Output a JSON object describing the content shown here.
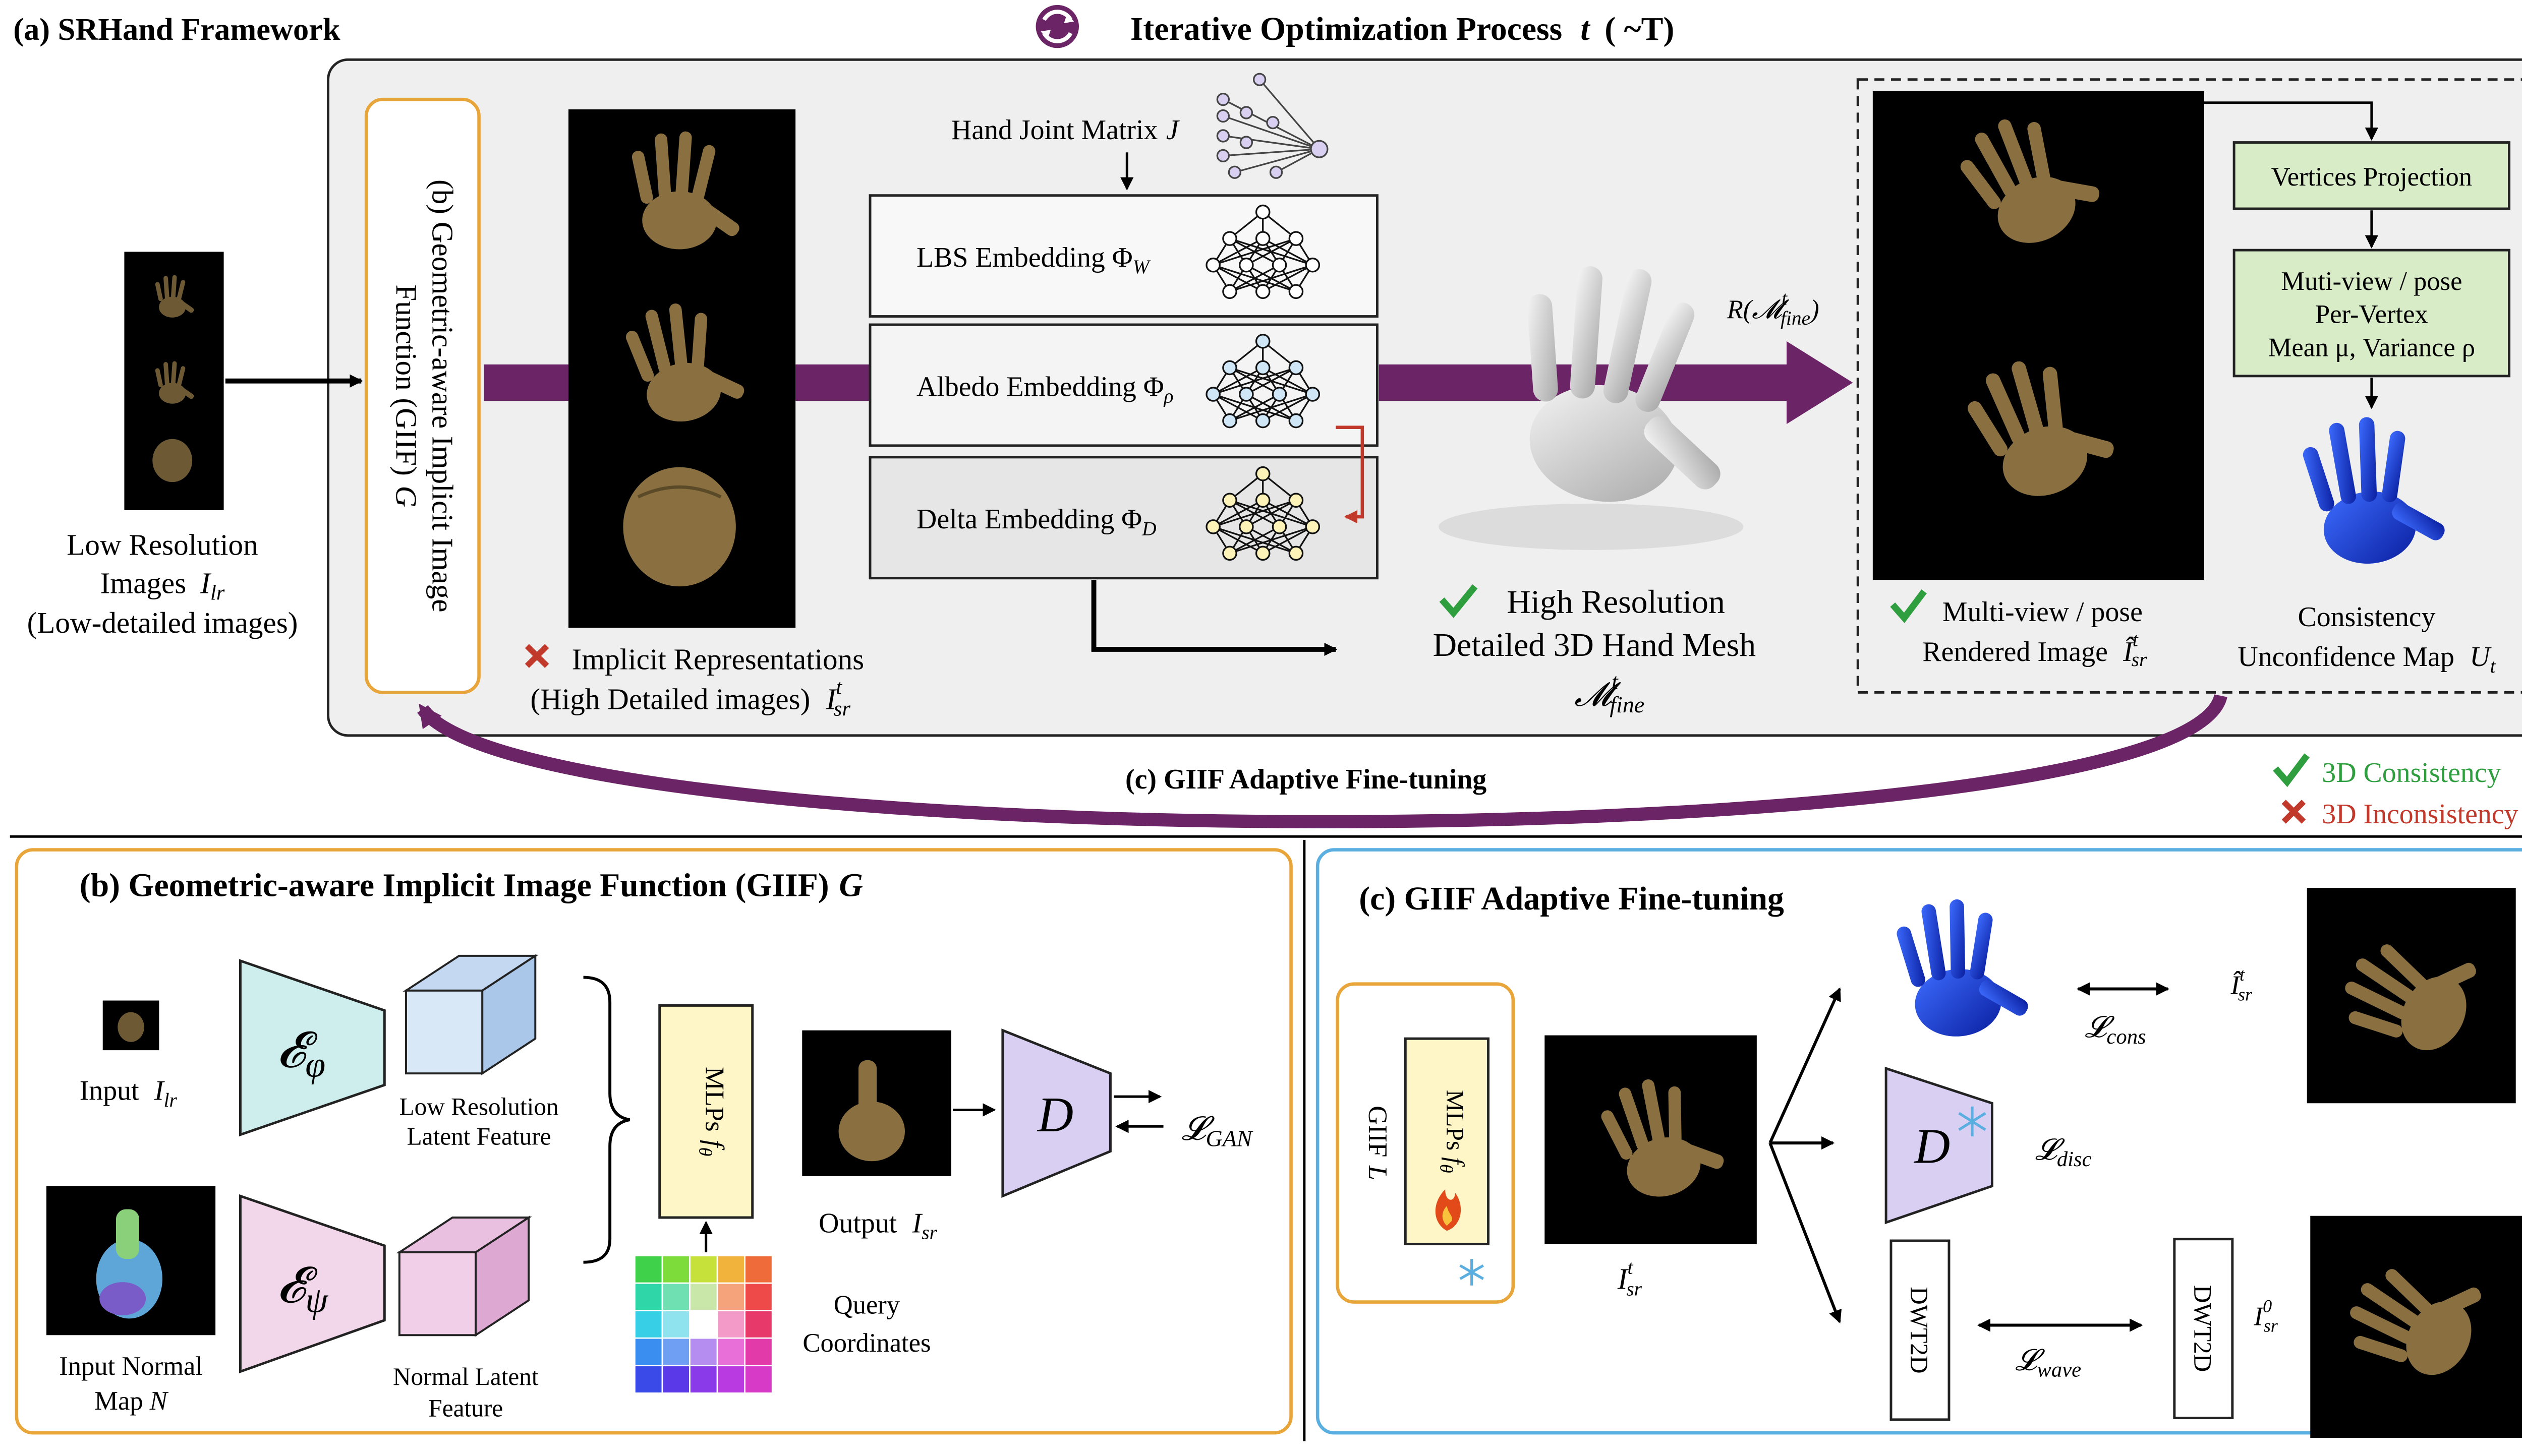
{
  "colors": {
    "purple_arrow": "#6b2466",
    "gray_panel": "#efefef",
    "orange_border": "#e8a53a",
    "blue_border": "#5aaee0",
    "green_box": "#d9ecc8",
    "green_check": "#2e9e3e",
    "red_cross": "#c0392b",
    "red_arrow": "#c0392b",
    "yellow_box": "#fff6c8",
    "encoder_phi": "#cdeeec",
    "encoder_psi": "#f2d7ea",
    "latent_blue": "#d9e8f7",
    "latent_pink": "#f2cfe8",
    "disc_purple": "#d8cff3",
    "hand_skin": "#8a7040",
    "mesh_gray": "#dcdcdc",
    "uncert_blue": "#1f45d8"
  },
  "top": {
    "section_title": "(a) SRHand Framework",
    "iter_title": "Iterative Optimization Process",
    "iter_var": "t",
    "iter_tail": "( ~T)",
    "lr_line1": "Low Resolution",
    "lr_line2_prefix": "Images",
    "lr_line2_var": "I",
    "lr_line2_sub": "lr",
    "lr_line3": "(Low-detailed images)",
    "giif_line1": "(b) Geometric-aware Implicit Image",
    "giif_line2": "Function (GIIF)",
    "giif_var": "G",
    "joint_label": "Hand Joint Matrix",
    "joint_var": "J",
    "emb_lbs": "LBS Embedding Φ",
    "emb_lbs_sub": "W",
    "emb_albedo": "Albedo Embedding Φ",
    "emb_albedo_sub": "ρ",
    "emb_delta": "Delta Embedding Φ",
    "emb_delta_sub": "D",
    "implicit_line1": "Implicit Representations",
    "implicit_line2": "(High Detailed images)",
    "implicit_var": "I",
    "implicit_sup": "t",
    "implicit_sub": "sr",
    "mesh_line1": "High Resolution",
    "mesh_line2": "Detailed 3D Hand Mesh",
    "mesh_var": "𝓜",
    "mesh_sup": "t",
    "mesh_sub": "fine",
    "render_fn": "R(𝓜",
    "render_sup": "t",
    "render_sub": "fine",
    "render_close": ")",
    "vert_proj": "Vertices Projection",
    "stats_line1": "Muti-view / pose",
    "stats_line2": "Per-Vertex",
    "stats_line3": "Mean μ, Variance ρ",
    "mv_line1": "Multi-view / pose",
    "mv_line2": "Rendered Image",
    "mv_var": "Î",
    "mv_sup": "t",
    "mv_sub": "sr",
    "cons_line1": "Consistency",
    "cons_line2": "Unconfidence Map",
    "cons_var": "U",
    "cons_sub": "t",
    "finetune_label": "(c) GIIF Adaptive Fine-tuning",
    "legend_ok": "3D Consistency",
    "legend_bad": "3D Inconsistency"
  },
  "panel_b": {
    "title": "(b) Geometric-aware Implicit Image Function (GIIF)",
    "title_var": "G",
    "input_label": "Input",
    "input_var": "I",
    "input_sub": "lr",
    "enc_phi": "𝓔",
    "enc_phi_sub": "φ",
    "enc_psi": "𝓔",
    "enc_psi_sub": "ψ",
    "lr_feat1": "Low Resolution",
    "lr_feat2": "Latent Feature",
    "normal_in1": "Input Normal",
    "normal_in2": "Map",
    "normal_var": "N",
    "normal_feat1": "Normal Latent",
    "normal_feat2": "Feature",
    "mlp": "MLPs",
    "mlp_var": "f",
    "mlp_sub": "θ",
    "query1": "Query",
    "query2": "Coordinates",
    "output_label": "Output",
    "output_var": "I",
    "output_sub": "sr",
    "disc": "D",
    "loss_gan": "𝓛",
    "loss_gan_sub": "GAN"
  },
  "panel_c": {
    "title": "(c) GIIF Adaptive Fine-tuning",
    "giif_l": "GIIF",
    "giif_l_var": "L",
    "mlp": "MLPs",
    "mlp_var": "f",
    "mlp_sub": "θ",
    "isr_var": "I",
    "isr_sup": "t",
    "isr_sub": "sr",
    "disc": "D",
    "loss_disc": "𝓛",
    "loss_disc_sub": "disc",
    "loss_cons": "𝓛",
    "loss_cons_sub": "cons",
    "loss_wave": "𝓛",
    "loss_wave_sub": "wave",
    "dwt_a": "DWT2D",
    "dwt_b": "DWT2D",
    "ihat_var": "Î",
    "ihat_sup": "t",
    "ihat_sub": "sr",
    "i0_var": "I",
    "i0_sup": "0",
    "i0_sub": "sr"
  }
}
